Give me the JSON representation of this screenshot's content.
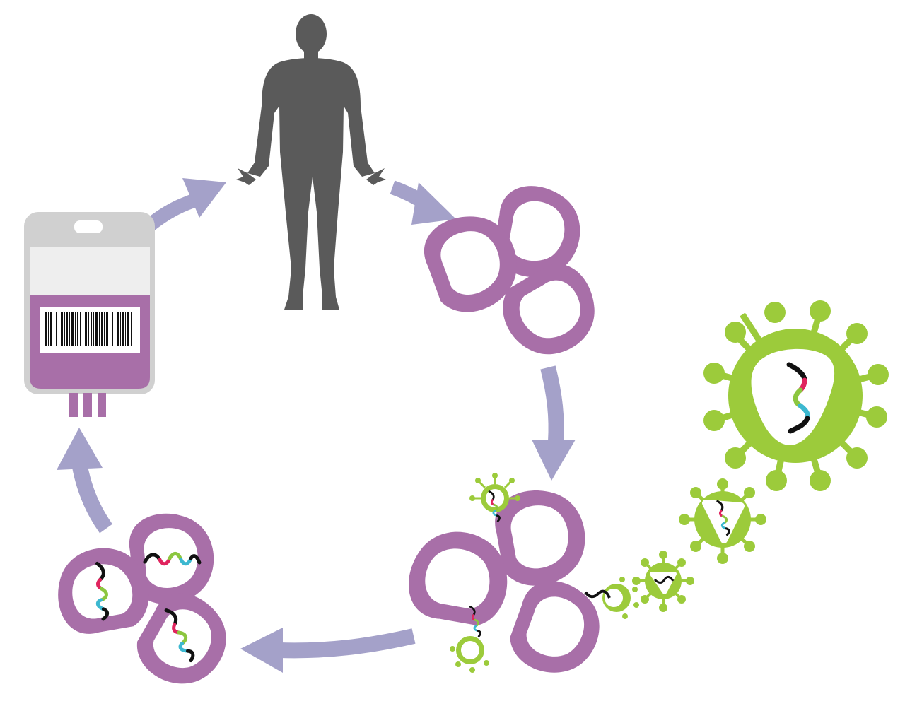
{
  "diagram": {
    "type": "cell-therapy-cycle",
    "stages": [
      {
        "id": "patient",
        "icon": "human-figure-icon"
      },
      {
        "id": "cells-collected",
        "icon": "cell-cluster-icon"
      },
      {
        "id": "cells-transduced",
        "icon": "virus-infected-cells-icon"
      },
      {
        "id": "modified-cells",
        "icon": "gene-modified-cells-icon"
      },
      {
        "id": "infusion-bag",
        "icon": "blood-bag-icon"
      }
    ],
    "virus_sequence": [
      "small-virus-icon",
      "medium-virus-icon",
      "large-virus-icon"
    ]
  },
  "colors": {
    "cell": "#a86fa8",
    "arrow": "#a4a1c9",
    "virus": "#9ccb3b",
    "body": "#5a5a5a",
    "bag_top": "#d0d0d0",
    "bag_window": "#eeeeee",
    "dna_black": "#111111",
    "dna_red": "#e0245e",
    "dna_green": "#8cc63f",
    "dna_cyan": "#3cb8d0"
  }
}
